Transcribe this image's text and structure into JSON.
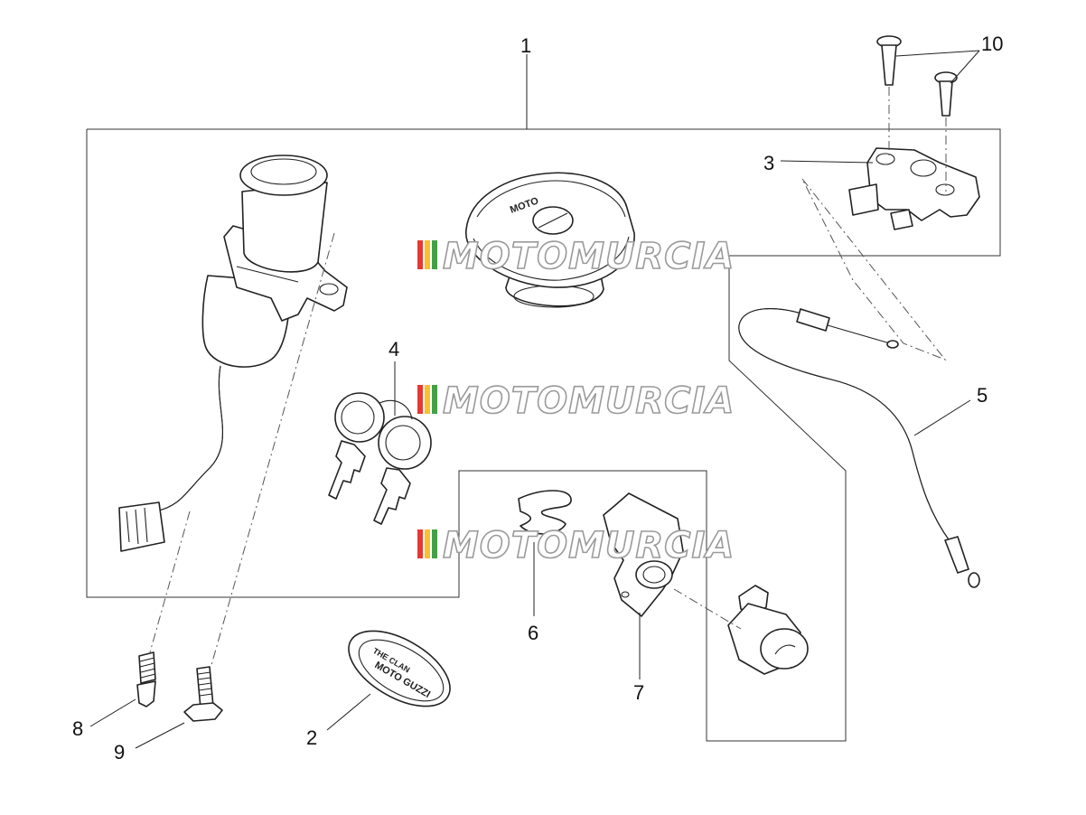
{
  "diagram": {
    "callouts": [
      "1",
      "2",
      "3",
      "4",
      "5",
      "6",
      "7",
      "8",
      "9",
      "10"
    ],
    "watermark": "MOTOMURCIA",
    "watermark_colors": [
      "#e53935",
      "#fbc02d",
      "#43a047"
    ],
    "fuel_cap_text": "MOTO",
    "badge_text_top": "THE CLAN",
    "badge_text_main": "MOTO GUZZI"
  }
}
